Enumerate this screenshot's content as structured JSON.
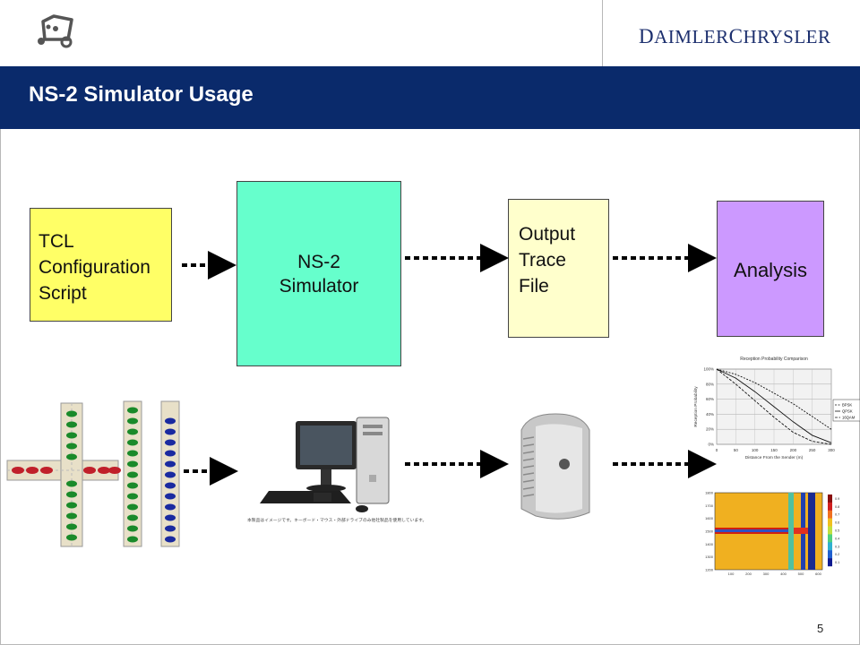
{
  "header": {
    "brand": "DaimlerChrysler",
    "brand_parts": [
      {
        "cap": "D",
        "rest": "AIMLER"
      },
      {
        "cap": "C",
        "rest": "HRYSLER"
      }
    ]
  },
  "slide": {
    "title": "NS-2 Simulator Usage",
    "page_number": "5"
  },
  "flow": {
    "tcl": [
      "TCL",
      "Configuration",
      "Script"
    ],
    "ns2": [
      "NS-2",
      "Simulator"
    ],
    "output": [
      "Output",
      "Trace",
      "File"
    ],
    "analysis": "Analysis"
  },
  "computer_caption": "本製品はイメージです。キーボード・マウス・外部ドライブのみ他社製品を使用しています。",
  "chart_data": [
    {
      "type": "line",
      "title": "Reception Probability Comparison",
      "xlabel": "Distance From the Sender (m)",
      "ylabel": "Reception Probability",
      "x": [
        0,
        50,
        100,
        150,
        200,
        250,
        300
      ],
      "xlim": [
        0,
        300
      ],
      "ylim": [
        0,
        100
      ],
      "y_ticks": [
        "0%",
        "20%",
        "40%",
        "60%",
        "80%",
        "100%"
      ],
      "x_ticks": [
        "0",
        "50",
        "100",
        "150",
        "200",
        "250",
        "300"
      ],
      "grid": true,
      "legend_position": "right",
      "series": [
        {
          "name": "BPSK",
          "values": [
            100,
            93,
            82,
            68,
            54,
            37,
            20
          ]
        },
        {
          "name": "QPSK",
          "values": [
            100,
            88,
            70,
            50,
            30,
            12,
            2
          ]
        },
        {
          "name": "16QAM",
          "values": [
            100,
            80,
            58,
            36,
            16,
            4,
            0
          ]
        }
      ]
    },
    {
      "type": "heatmap",
      "y_ticks": [
        "1800",
        "1700",
        "1600",
        "1500",
        "1400",
        "1300",
        "1200"
      ],
      "x_ticks": [
        "100",
        "200",
        "300",
        "400",
        "500",
        "600"
      ],
      "colorbar_ticks": [
        "0.9",
        "0.8",
        "0.7",
        "0.6",
        "0.5",
        "0.4",
        "0.3",
        "0.2",
        "0.1"
      ]
    }
  ],
  "colors": {
    "title_bar": "#0a2a6b",
    "tcl_box": "#ffff66",
    "ns2_box": "#66ffcc",
    "output_box": "#ffffcc",
    "analysis_box": "#cc99ff"
  }
}
